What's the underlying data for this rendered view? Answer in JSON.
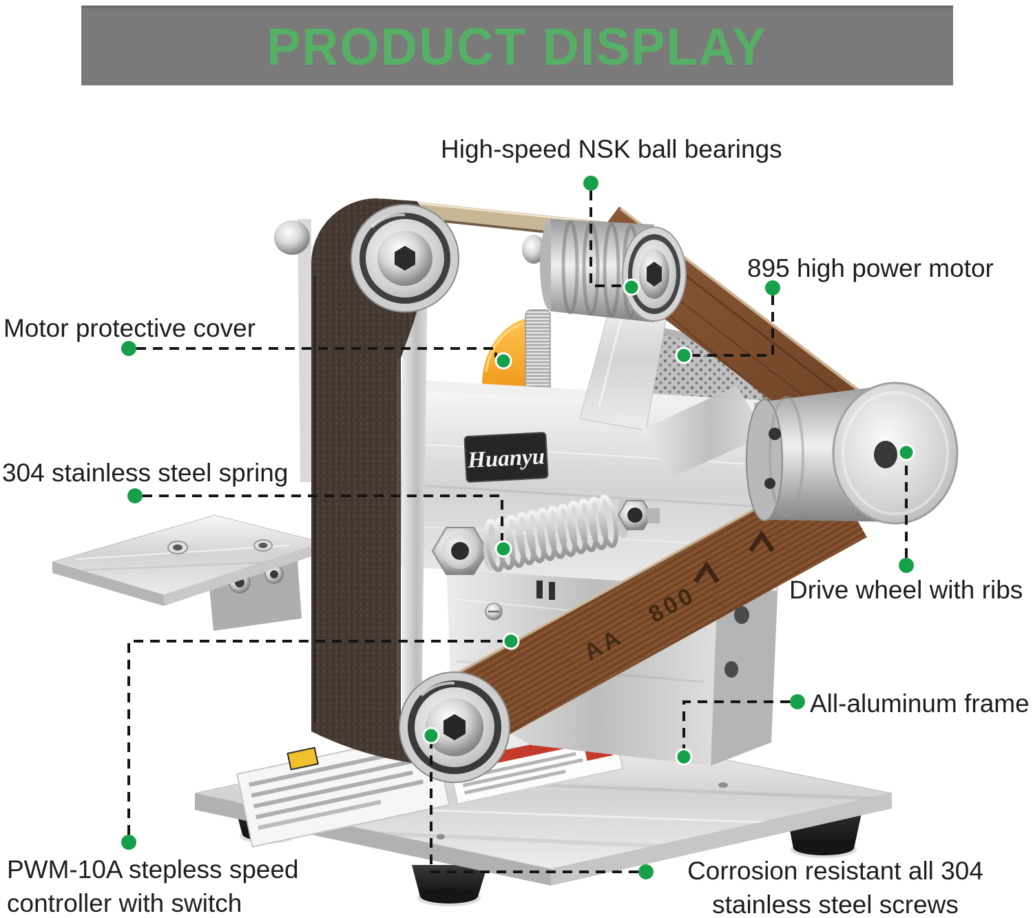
{
  "banner": {
    "title": "PRODUCT DISPLAY"
  },
  "colors": {
    "banner_bg": "#7a7a7a",
    "banner_text": "#55b065",
    "callout_dot": "#16a04a",
    "leader_line": "#141414",
    "label_text": "#1d1d1d",
    "belt_brown": "#75492c",
    "motor_cover_orange": "#f5a623"
  },
  "machine": {
    "brand_label": "Huanyu",
    "belt_marking_1": "AA",
    "belt_marking_2": "800"
  },
  "callouts": {
    "bearings": {
      "label": "High-speed NSK ball bearings"
    },
    "motor": {
      "label": "895 high power motor"
    },
    "cover": {
      "label": "Motor protective cover"
    },
    "spring": {
      "label": "304 stainless steel spring"
    },
    "drive_wheel": {
      "label": "Drive wheel with ribs"
    },
    "frame": {
      "label": "All-aluminum frame"
    },
    "controller": {
      "line1": "PWM-10A stepless speed",
      "line2": "controller with switch"
    },
    "screws": {
      "line1": "Corrosion resistant all 304",
      "line2": "stainless steel screws"
    }
  }
}
